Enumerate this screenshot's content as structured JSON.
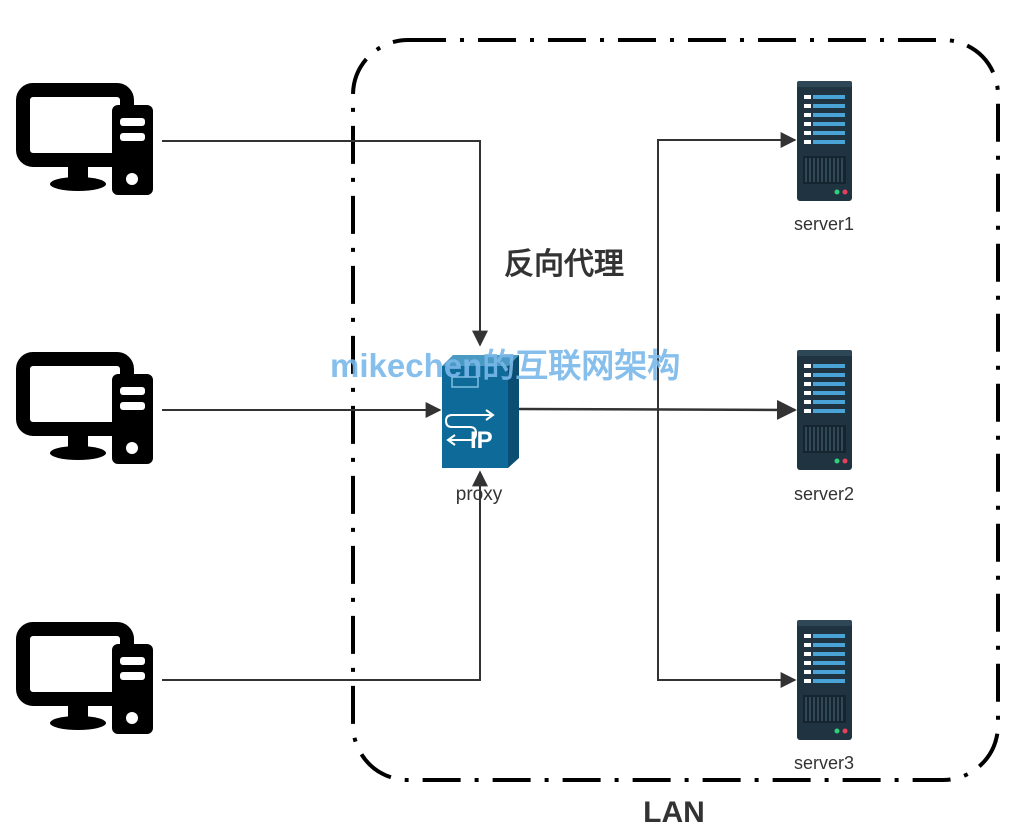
{
  "title": "反向代理",
  "watermark": "mikechen的互联网架构",
  "lan_label": "LAN",
  "proxy": {
    "label": "proxy",
    "badge": "IP"
  },
  "servers": [
    {
      "label": "server1"
    },
    {
      "label": "server2"
    },
    {
      "label": "server3"
    }
  ],
  "clients": [
    {
      "icon": "desktop-computer-icon"
    },
    {
      "icon": "desktop-computer-icon"
    },
    {
      "icon": "desktop-computer-icon"
    }
  ],
  "colors": {
    "line": "#333333",
    "boundary": "#000000",
    "proxy": "#0e6a98",
    "server": "#1f3340",
    "server_accent": "#4aa3d6",
    "watermark": "#7ab8ea"
  }
}
